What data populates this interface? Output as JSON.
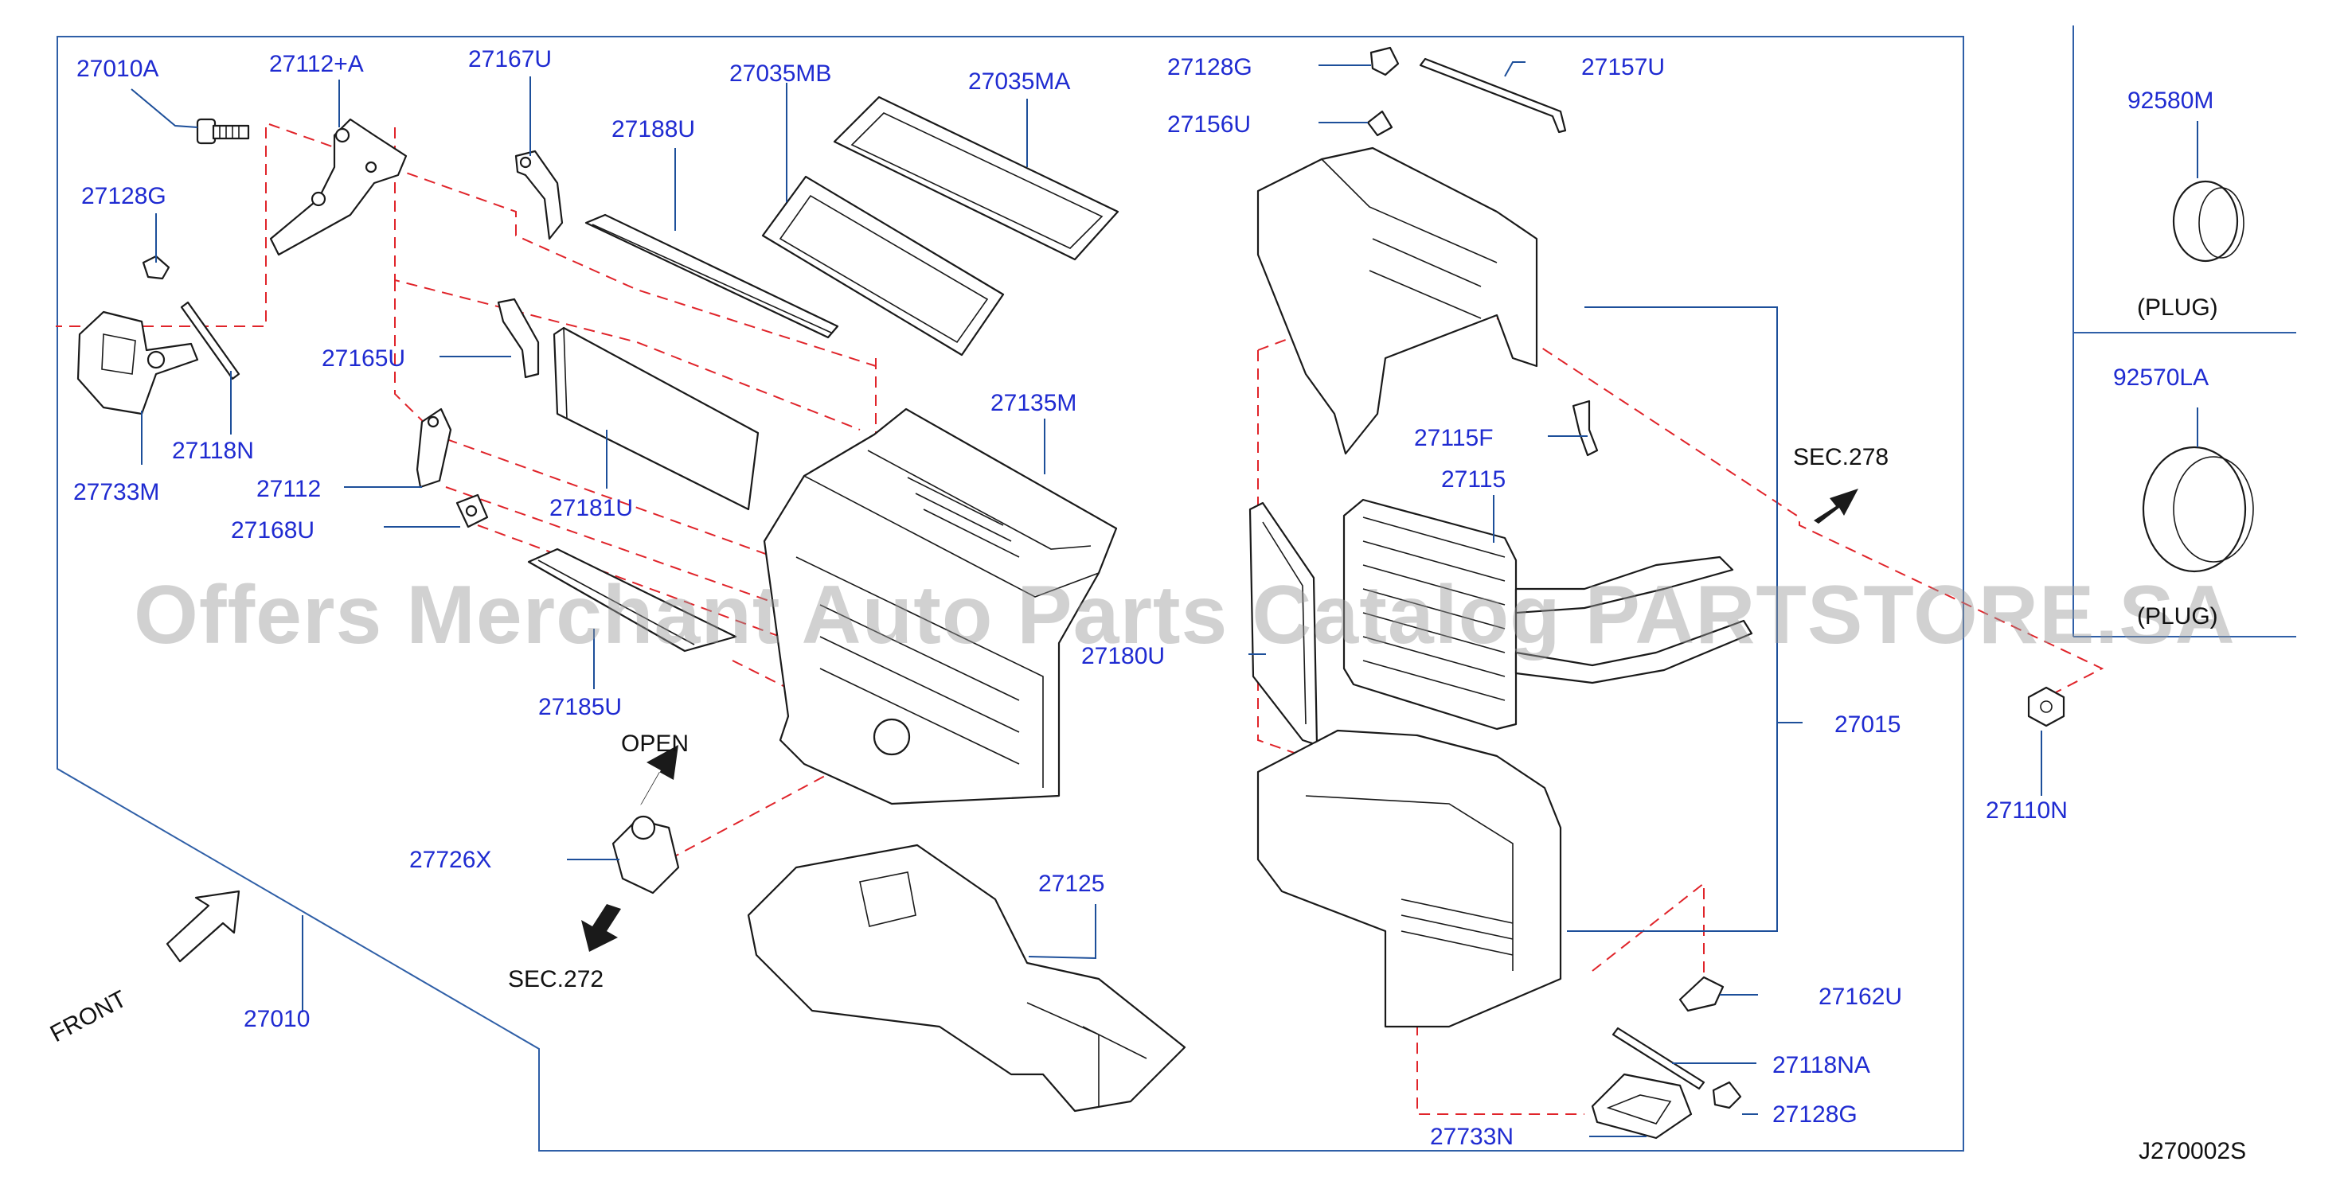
{
  "watermark": "Offers Merchant Auto Parts Catalog PARTSTORE.SA",
  "diagram_code": "J270002S",
  "parts": {
    "p27010A": "27010A",
    "p27112A": "27112+A",
    "p27167U": "27167U",
    "p27035MB": "27035MB",
    "p27035MA": "27035MA",
    "p27188U": "27188U",
    "p27128G_left": "27128G",
    "p27165U": "27165U",
    "p27118N": "27118N",
    "p27733M": "27733M",
    "p27112": "27112",
    "p27168U": "27168U",
    "p27181U": "27181U",
    "p27135M": "27135M",
    "p27185U": "27185U",
    "p27726X": "27726X",
    "p27125": "27125",
    "p27010": "27010",
    "p27128G_top": "27128G",
    "p27157U": "27157U",
    "p27156U": "27156U",
    "p27115F": "27115F",
    "p27115": "27115",
    "p27180U": "27180U",
    "p27015": "27015",
    "p27162U": "27162U",
    "p27118NA": "27118NA",
    "p27128G_bottom": "27128G",
    "p27733N": "27733N",
    "p92580M": "92580M",
    "p92570LA": "92570LA",
    "p27110N": "27110N"
  },
  "notes": {
    "open": "OPEN",
    "sec272": "SEC.272",
    "sec278": "SEC.278",
    "front": "FRONT",
    "plug_top": "(PLUG)",
    "plug_bottom": "(PLUG)"
  }
}
